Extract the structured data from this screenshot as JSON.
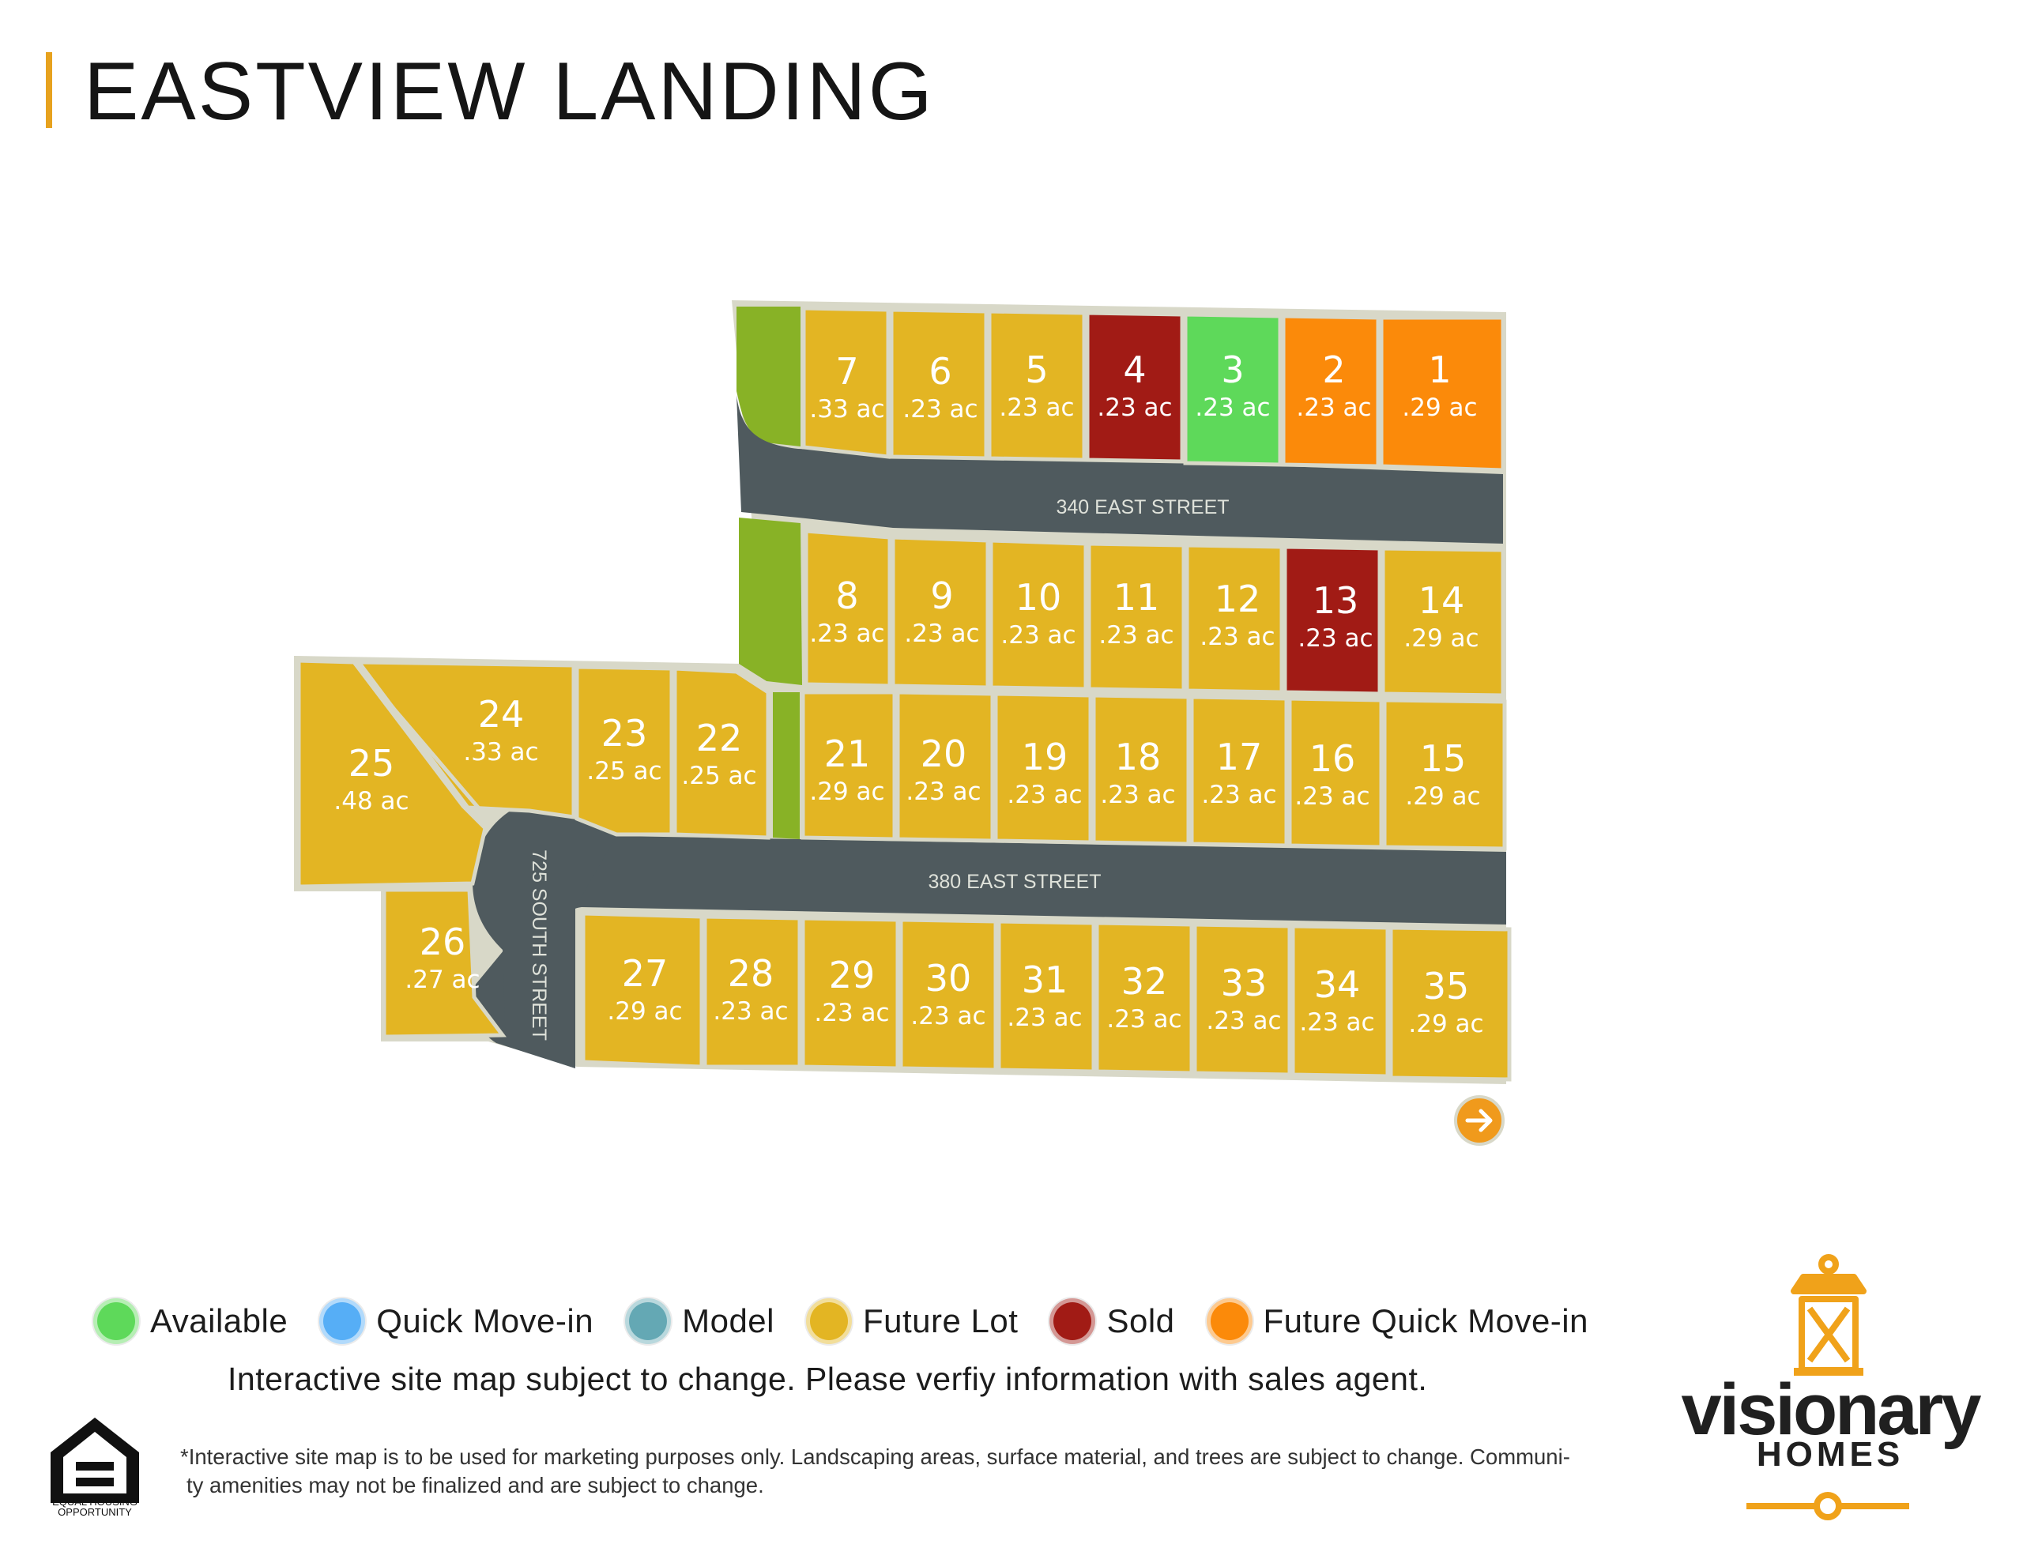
{
  "header": {
    "title": "EASTVIEW LANDING"
  },
  "colors": {
    "available": "#5ed95a",
    "quick_move_in": "#56aef6",
    "model": "#64a8b4",
    "future_lot": "#e3b523",
    "sold": "#a11b15",
    "future_quick_move_in": "#fb8a0a",
    "green_space": "#88b226",
    "road": "#4f5a5e",
    "accent": "#e7a21e"
  },
  "streets": {
    "s340": "340 EAST STREET",
    "s380": "380 EAST STREET",
    "s725": "725 SOUTH STREET"
  },
  "lots": [
    {
      "num": "1",
      "acres": ".29 ac",
      "status": "future_quick_move_in"
    },
    {
      "num": "2",
      "acres": ".23 ac",
      "status": "future_quick_move_in"
    },
    {
      "num": "3",
      "acres": ".23 ac",
      "status": "available"
    },
    {
      "num": "4",
      "acres": ".23 ac",
      "status": "sold"
    },
    {
      "num": "5",
      "acres": ".23 ac",
      "status": "future_lot"
    },
    {
      "num": "6",
      "acres": ".23 ac",
      "status": "future_lot"
    },
    {
      "num": "7",
      "acres": ".33 ac",
      "status": "future_lot"
    },
    {
      "num": "8",
      "acres": ".23 ac",
      "status": "future_lot"
    },
    {
      "num": "9",
      "acres": ".23 ac",
      "status": "future_lot"
    },
    {
      "num": "10",
      "acres": ".23 ac",
      "status": "future_lot"
    },
    {
      "num": "11",
      "acres": ".23 ac",
      "status": "future_lot"
    },
    {
      "num": "12",
      "acres": ".23 ac",
      "status": "future_lot"
    },
    {
      "num": "13",
      "acres": ".23 ac",
      "status": "sold"
    },
    {
      "num": "14",
      "acres": ".29 ac",
      "status": "future_lot"
    },
    {
      "num": "15",
      "acres": ".29 ac",
      "status": "future_lot"
    },
    {
      "num": "16",
      "acres": ".23 ac",
      "status": "future_lot"
    },
    {
      "num": "17",
      "acres": ".23 ac",
      "status": "future_lot"
    },
    {
      "num": "18",
      "acres": ".23 ac",
      "status": "future_lot"
    },
    {
      "num": "19",
      "acres": ".23 ac",
      "status": "future_lot"
    },
    {
      "num": "20",
      "acres": ".23 ac",
      "status": "future_lot"
    },
    {
      "num": "21",
      "acres": ".29 ac",
      "status": "future_lot"
    },
    {
      "num": "22",
      "acres": ".25 ac",
      "status": "future_lot"
    },
    {
      "num": "23",
      "acres": ".25 ac",
      "status": "future_lot"
    },
    {
      "num": "24",
      "acres": ".33 ac",
      "status": "future_lot"
    },
    {
      "num": "25",
      "acres": ".48 ac",
      "status": "future_lot"
    },
    {
      "num": "26",
      "acres": ".27 ac",
      "status": "future_lot"
    },
    {
      "num": "27",
      "acres": ".29 ac",
      "status": "future_lot"
    },
    {
      "num": "28",
      "acres": ".23 ac",
      "status": "future_lot"
    },
    {
      "num": "29",
      "acres": ".23 ac",
      "status": "future_lot"
    },
    {
      "num": "30",
      "acres": ".23 ac",
      "status": "future_lot"
    },
    {
      "num": "31",
      "acres": ".23 ac",
      "status": "future_lot"
    },
    {
      "num": "32",
      "acres": ".23 ac",
      "status": "future_lot"
    },
    {
      "num": "33",
      "acres": ".23 ac",
      "status": "future_lot"
    },
    {
      "num": "34",
      "acres": ".23 ac",
      "status": "future_lot"
    },
    {
      "num": "35",
      "acres": ".29 ac",
      "status": "future_lot"
    }
  ],
  "legend": [
    {
      "label": "Available",
      "color": "#5ed95a"
    },
    {
      "label": "Quick Move-in",
      "color": "#56aef6"
    },
    {
      "label": "Model",
      "color": "#64a8b4"
    },
    {
      "label": "Future Lot",
      "color": "#e3b523"
    },
    {
      "label": "Sold",
      "color": "#a11b15"
    },
    {
      "label": "Future Quick Move-in",
      "color": "#fb8a0a"
    }
  ],
  "notice": "Interactive site map subject to change. Please verfiy information with sales agent.",
  "fine_print": {
    "line1": "*Interactive site map is to be used for marketing purposes only. Landscaping areas, surface material, and trees are subject to change. Communi-",
    "line2": "ty amenities may not be finalized and are subject to change."
  },
  "equal_housing": {
    "line1": "EQUAL HOUSING",
    "line2": "OPPORTUNITY"
  },
  "brand": {
    "name": "visionary",
    "sub": "HOMES"
  },
  "icons": {
    "next": "arrow-right-icon",
    "equal_housing": "equal-housing-icon",
    "lantern": "lantern-icon"
  }
}
